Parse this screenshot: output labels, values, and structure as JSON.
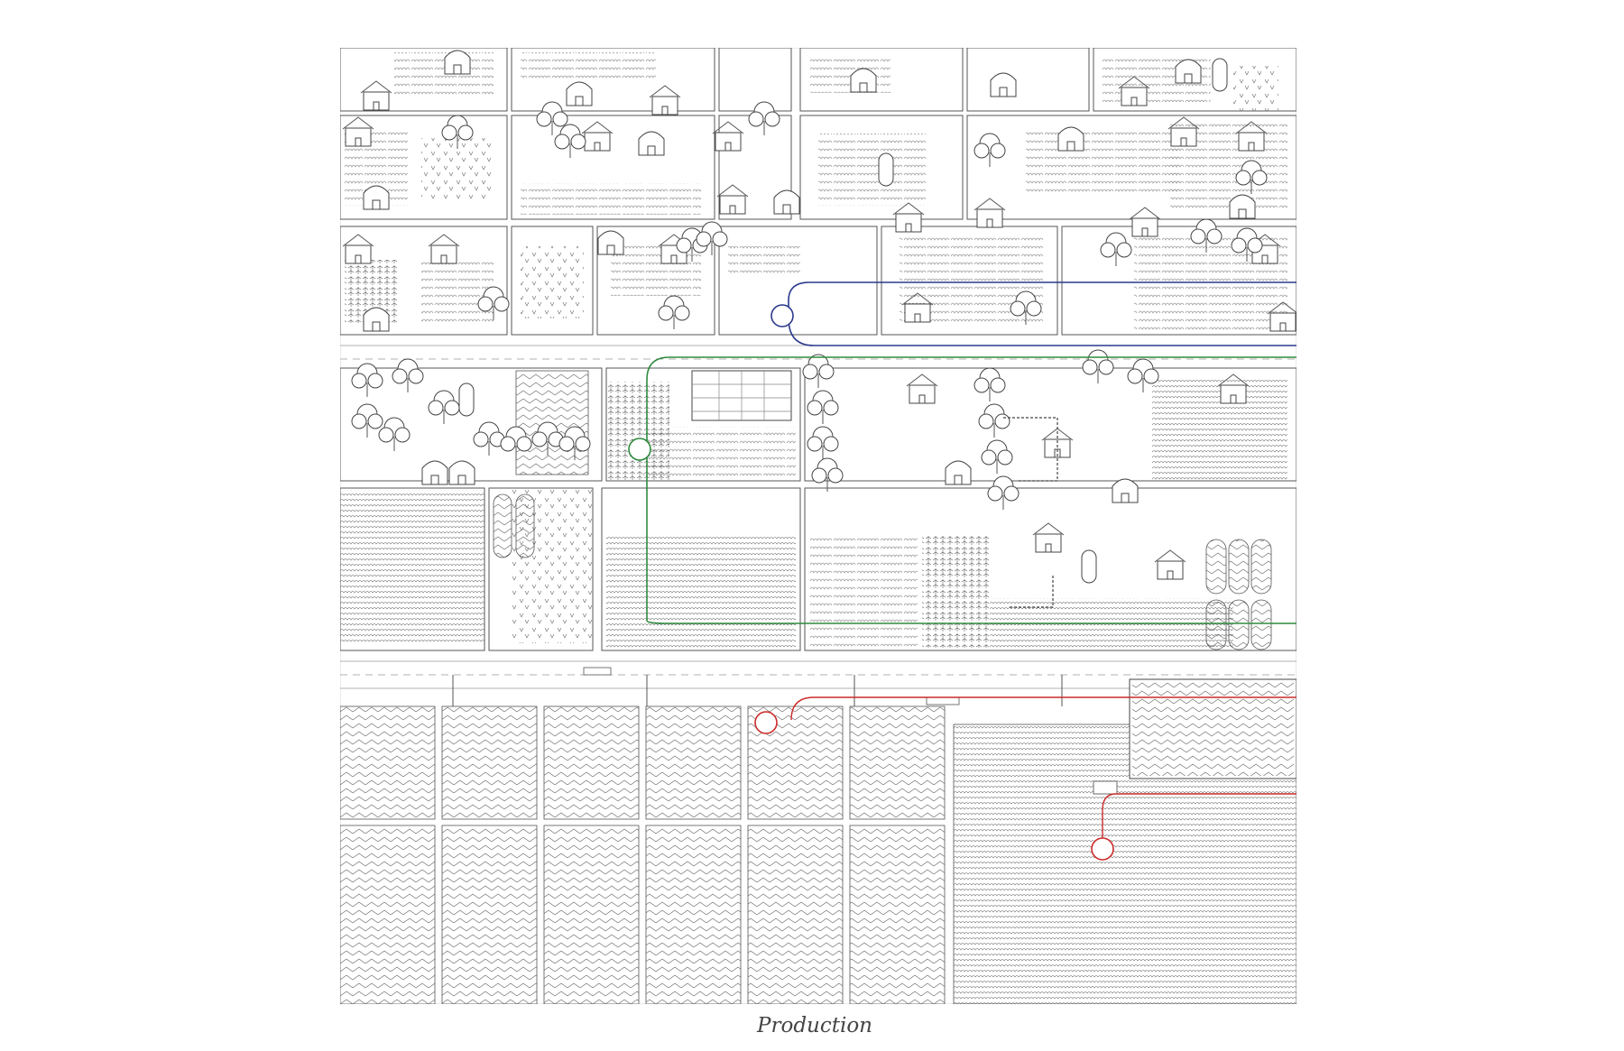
{
  "caption": "Production",
  "colors": {
    "background": "#ffffff",
    "linework": "#555555",
    "route_blue": "#2b3a8c",
    "route_green": "#2e8b3e",
    "route_red": "#cc2a2a"
  },
  "zones": [
    "small-farm-plots",
    "mixed-farm-band",
    "industrial-greenhouse-band"
  ],
  "routes": [
    {
      "name": "route-blue",
      "color": "#2b3a8c"
    },
    {
      "name": "route-green",
      "color": "#2e8b3e"
    },
    {
      "name": "route-red",
      "color": "#cc2a2a"
    }
  ]
}
